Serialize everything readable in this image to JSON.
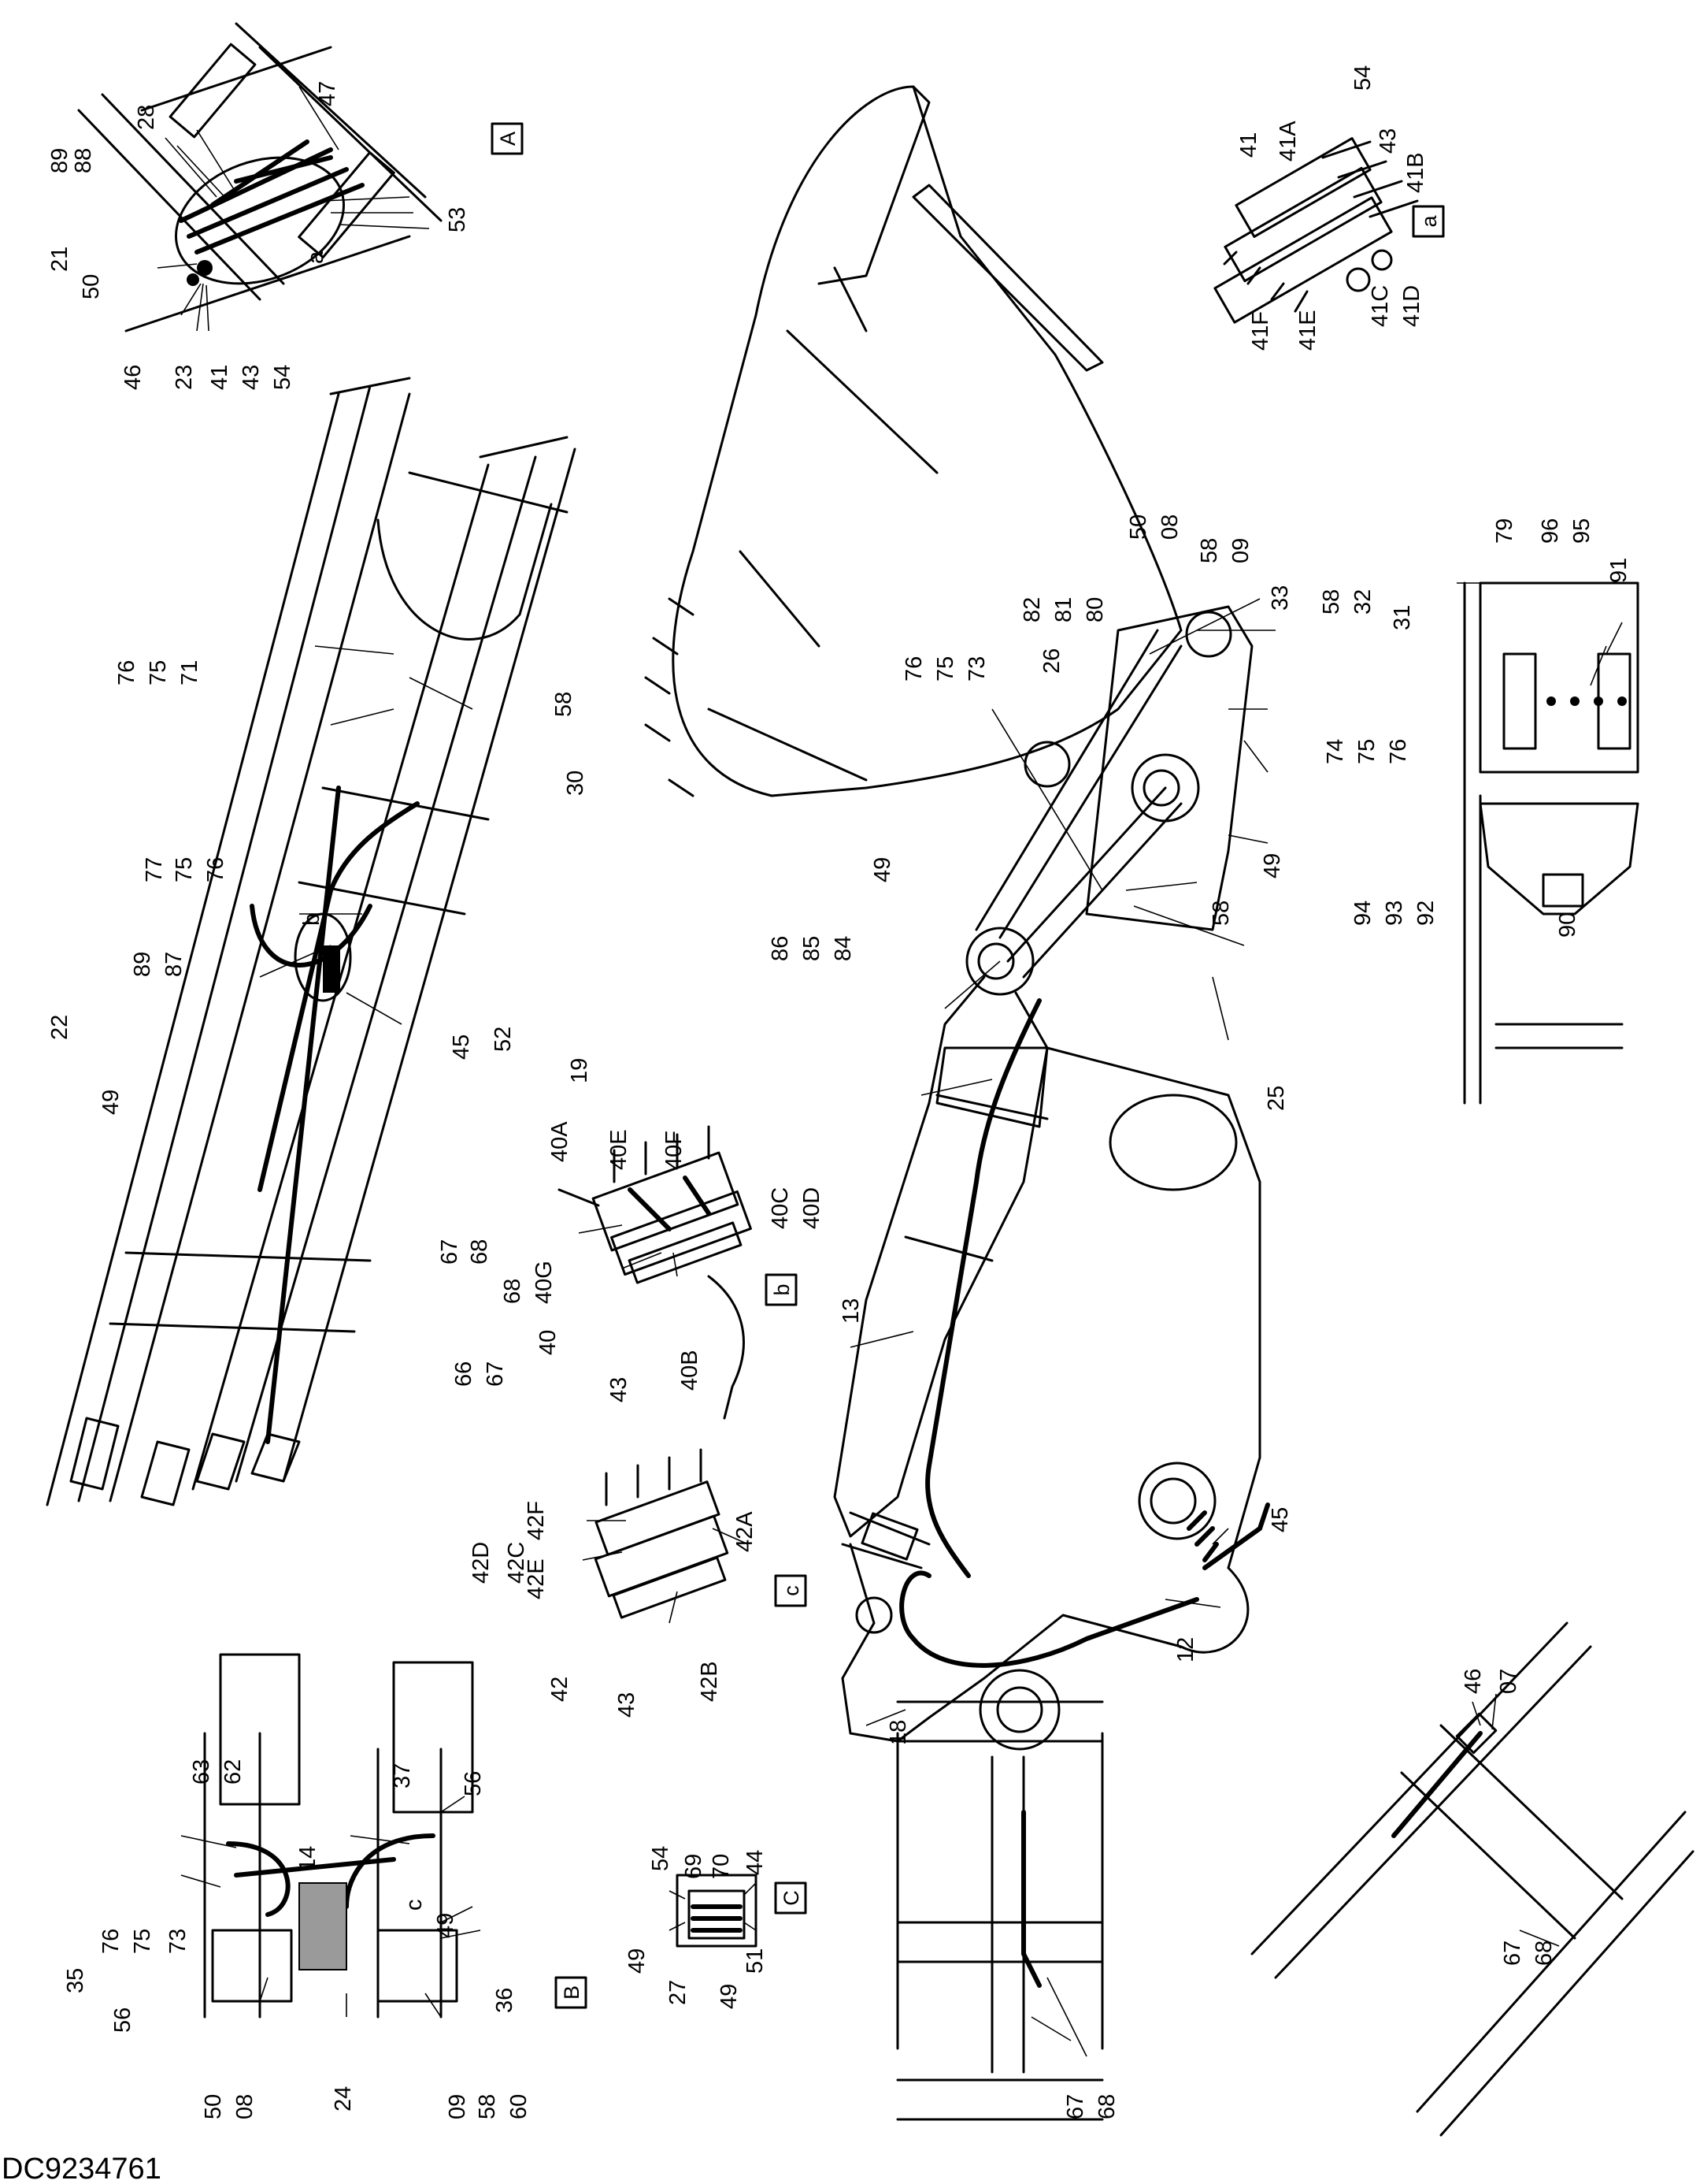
{
  "drawing_number": "DC9234761",
  "detail_tags": [
    "A",
    "B",
    "C",
    "a",
    "b",
    "c"
  ],
  "callouts": {
    "detail_A": [
      "89",
      "88",
      "28",
      "47",
      "53",
      "21",
      "50",
      "46",
      "23",
      "41",
      "43",
      "54",
      "a"
    ],
    "detail_a": [
      "41",
      "41A",
      "54",
      "43",
      "41B",
      "41C",
      "41D",
      "41F",
      "41E"
    ],
    "arm_view": [
      "76",
      "75",
      "71",
      "58",
      "30",
      "77",
      "75",
      "76",
      "89",
      "87",
      "b",
      "22",
      "49",
      "45",
      "52",
      "19",
      "67",
      "68",
      "66",
      "67"
    ],
    "detail_b": [
      "40A",
      "40E",
      "40F",
      "40C",
      "40D",
      "68",
      "40G",
      "40",
      "43",
      "40B"
    ],
    "detail_c": [
      "42F",
      "42E",
      "42D",
      "42C",
      "42A",
      "42",
      "43",
      "42B"
    ],
    "detail_B": [
      "63",
      "62",
      "37",
      "56",
      "76",
      "75",
      "73",
      "14",
      "35",
      "56",
      "c",
      "49",
      "36",
      "50",
      "08",
      "24",
      "09",
      "58",
      "60"
    ],
    "detail_C": [
      "54",
      "69",
      "70",
      "44",
      "49",
      "27",
      "49",
      "51"
    ],
    "main_view": [
      "82",
      "81",
      "80",
      "50",
      "08",
      "58",
      "09",
      "33",
      "58",
      "32",
      "31",
      "74",
      "75",
      "76",
      "76",
      "75",
      "73",
      "26",
      "49",
      "58",
      "86",
      "85",
      "84",
      "49",
      "25",
      "13",
      "45",
      "12",
      "18"
    ],
    "detail_bracket": [
      "79",
      "96",
      "95",
      "91",
      "94",
      "93",
      "92",
      "90"
    ],
    "bottom_center": [
      "67",
      "68"
    ],
    "bottom_right": [
      "46",
      "07",
      "67",
      "68"
    ]
  }
}
